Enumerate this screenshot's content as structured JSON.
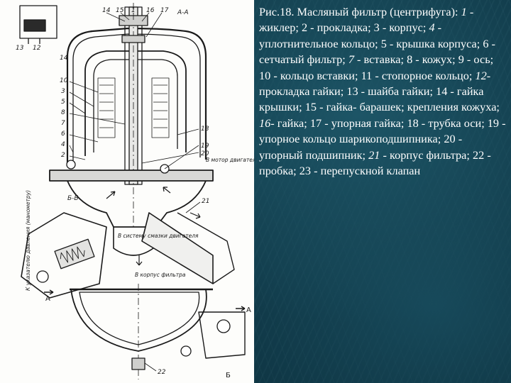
{
  "drawing": {
    "section_label": "А-А",
    "section_label_b": "Б-Б",
    "callouts_top": [
      "14",
      "15",
      "1",
      "16",
      "17"
    ],
    "callouts_inset": [
      "13",
      "12"
    ],
    "callouts_left": [
      "14",
      "10",
      "3",
      "5",
      "8",
      "7",
      "6",
      "4",
      "2"
    ],
    "callouts_right": [
      "18",
      "19",
      "20",
      "21"
    ],
    "callout_bottom": "22",
    "arrow_label_A": "А",
    "arrow_label_B": "Б",
    "note_right": "В мотор двигателя",
    "note_center": "В систему смазки двигателя",
    "note_bottom": "В корпус фильтра",
    "note_left": "К указателю давления (манометру)"
  },
  "caption": [
    {
      "text": "Рис.18. Масляный фильтр (центрифуга): ",
      "italic": false
    },
    {
      "text": "1",
      "italic": true
    },
    {
      "text": " - жиклер; 2 - прокладка; 3 - корпус; ",
      "italic": false
    },
    {
      "text": "4",
      "italic": true
    },
    {
      "text": " - уплотнительное кольцо; 5 - крышка корпуса; 6 - сетчатый фильтр; ",
      "italic": false
    },
    {
      "text": "7",
      "italic": true
    },
    {
      "text": " - вставка; 8 - кожух; 9 - ось; 10 - кольцо вставки; 11 - стопорное кольцо; ",
      "italic": false
    },
    {
      "text": "12",
      "italic": true
    },
    {
      "text": "- прокладка гайки; 13 - шайба гайки; 14 - гайка крышки; 15 - гайка- барашек; крепления кожуха; ",
      "italic": false
    },
    {
      "text": "16",
      "italic": true
    },
    {
      "text": "- гайка; 17 - упорная гайка; 18 - трубка оси; 19 - упорное кольцо шарикоподшипника; 20 - упорный подшипник; ",
      "italic": false
    },
    {
      "text": " 21 ",
      "italic": true
    },
    {
      "text": " - корпус фильтра; 22 -  пробка; 23 - перепускной клапан",
      "italic": false
    }
  ]
}
